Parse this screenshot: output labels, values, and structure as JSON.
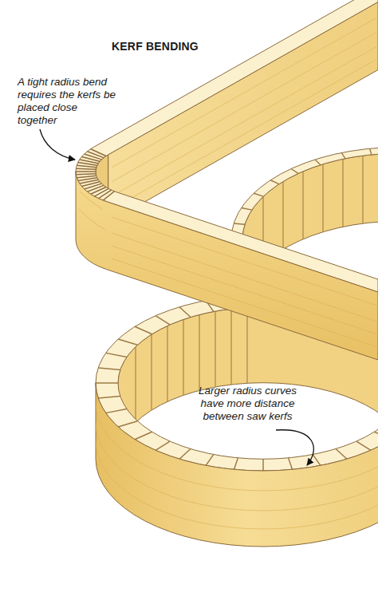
{
  "diagram": {
    "title": "KERF BENDING",
    "labels": [
      "A tight radius bend requires the kerfs be placed close together",
      "Larger radius curves have more distance between saw kerfs"
    ]
  }
}
